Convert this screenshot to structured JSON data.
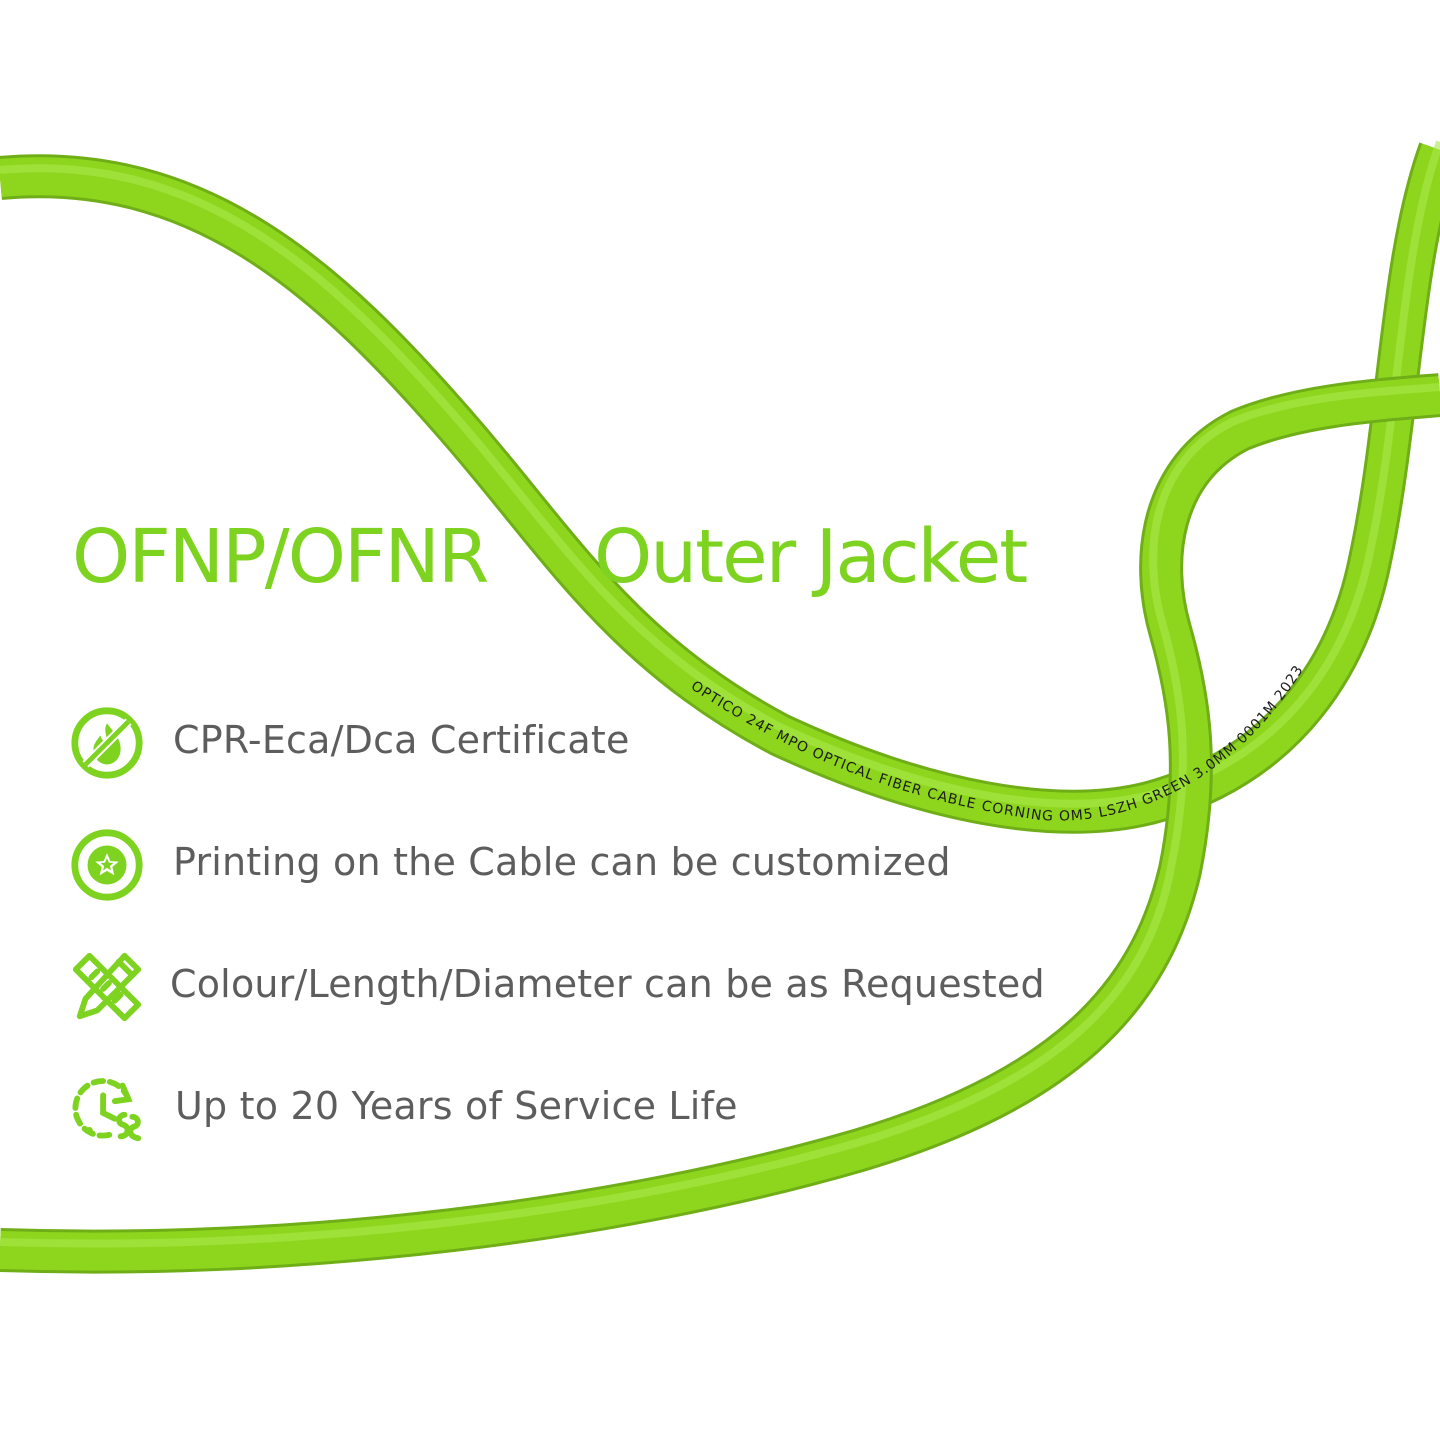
{
  "title": {
    "part1": "OFNP/OFNR",
    "part2": "Outer Jacket"
  },
  "features": [
    {
      "icon": "no-fire-icon",
      "label": "CPR-Eca/Dca Certificate"
    },
    {
      "icon": "star-badge-icon",
      "label": "Printing on the Cable can be customized"
    },
    {
      "icon": "pencil-ruler-icon",
      "label": "Colour/Length/Diameter can be as Requested"
    },
    {
      "icon": "clock-cycle-icon",
      "label": "Up to 20 Years of Service Life"
    }
  ],
  "cable": {
    "printing": "OPTICO 24F MPO OPTICAL FIBER CABLE CORNING OM5 LSZH GREEN 3.0MM 0001M 2023"
  },
  "colors": {
    "accent": "#7ed321",
    "cable": "#8ed61e",
    "text": "#5d5d5d",
    "background": "#ffffff"
  }
}
